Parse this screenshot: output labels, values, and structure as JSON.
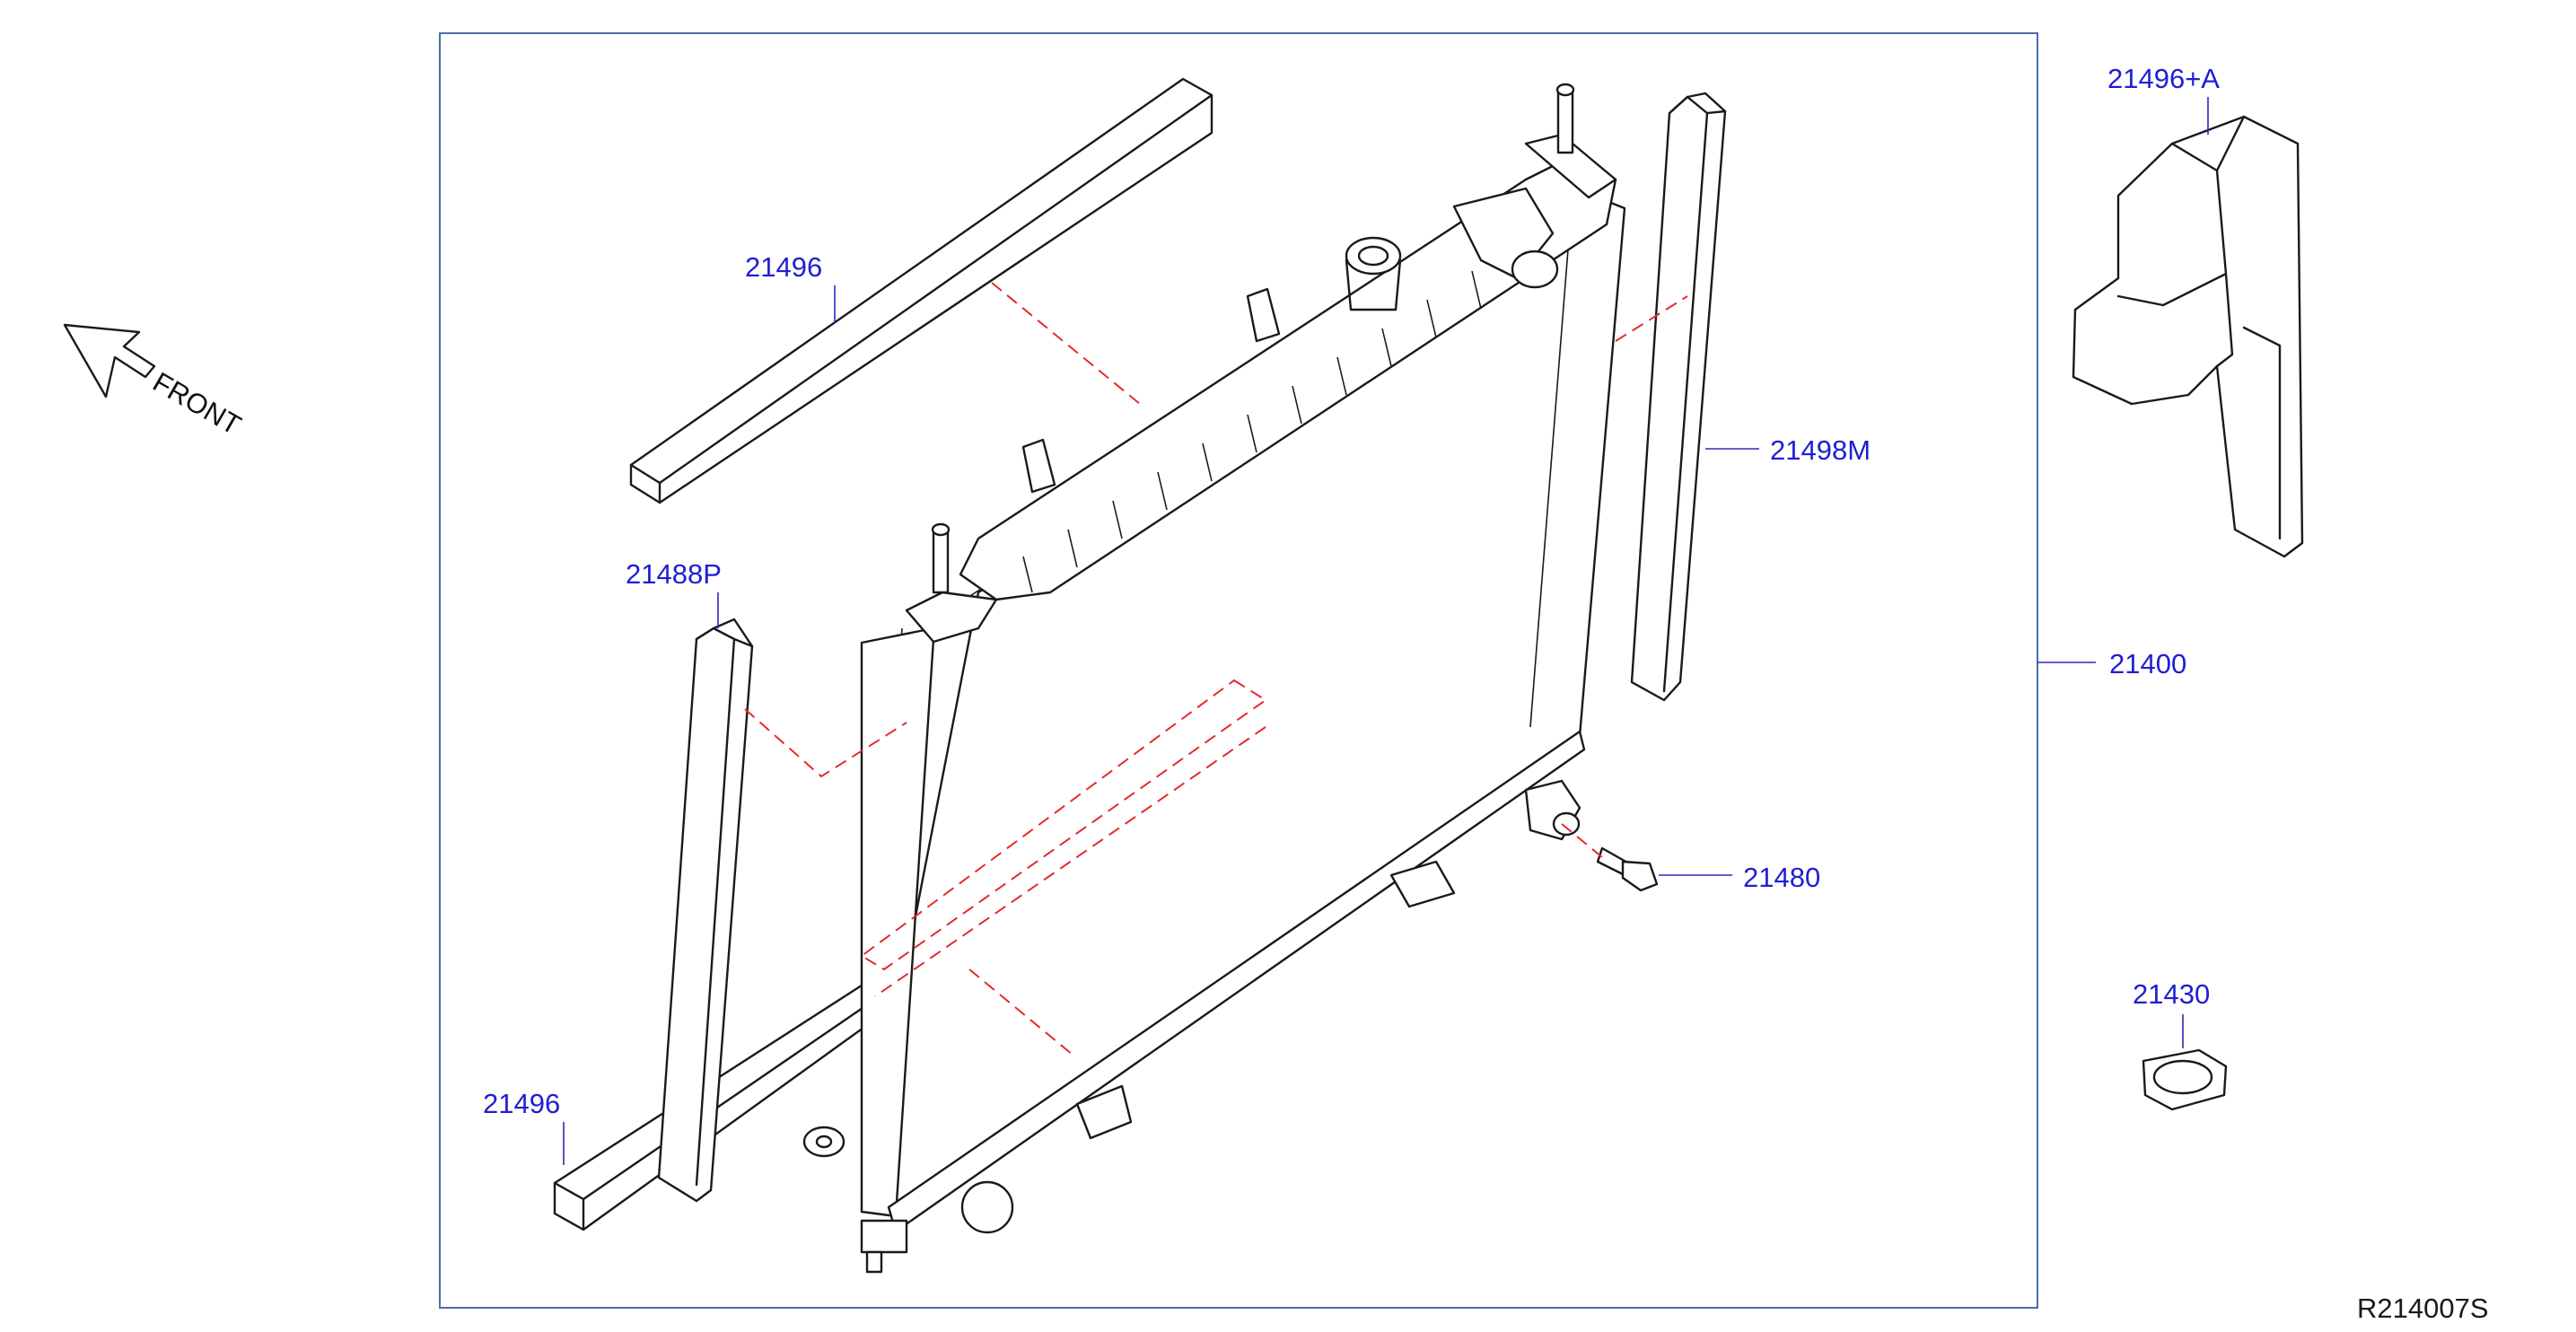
{
  "diagram": {
    "front_label": "FRONT",
    "reference_code": "R214007S",
    "parts": {
      "upper_seal": "21496",
      "lower_seal": "21496",
      "left_seal": "21488P",
      "right_seal": "21498M",
      "side_seal": "21496+A",
      "radiator_assembly": "21400",
      "drain_plug": "21480",
      "radiator_cap": "21430"
    }
  }
}
